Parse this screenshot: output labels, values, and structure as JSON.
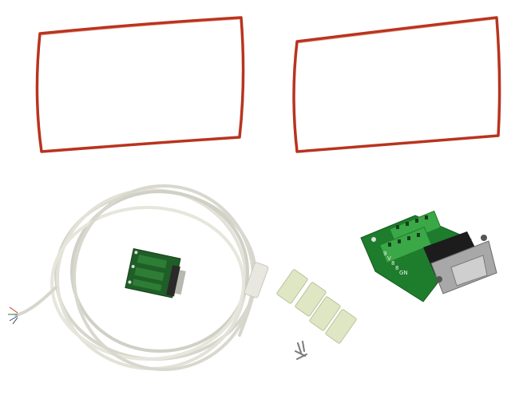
{
  "scene": {
    "description": "Product photo of an RFID antenna kit",
    "background": "#ffffff",
    "items": [
      {
        "name": "antenna-loop-left",
        "color": "#c0392b"
      },
      {
        "name": "antenna-loop-right",
        "color": "#c0392b"
      },
      {
        "name": "coiled-cable",
        "color": "#e4e4dc"
      },
      {
        "name": "small-db9-terminal-board",
        "color": "#1f6b2a"
      },
      {
        "name": "mounting-clips",
        "count": 4,
        "color": "#dfe6c4"
      },
      {
        "name": "screws",
        "count": 4,
        "color": "#8a8a8a"
      },
      {
        "name": "db9-terminal-adapter",
        "color": "#1e7d2c"
      }
    ],
    "pin_labels": [
      "9",
      "V",
      "8",
      "8",
      "GN"
    ]
  }
}
